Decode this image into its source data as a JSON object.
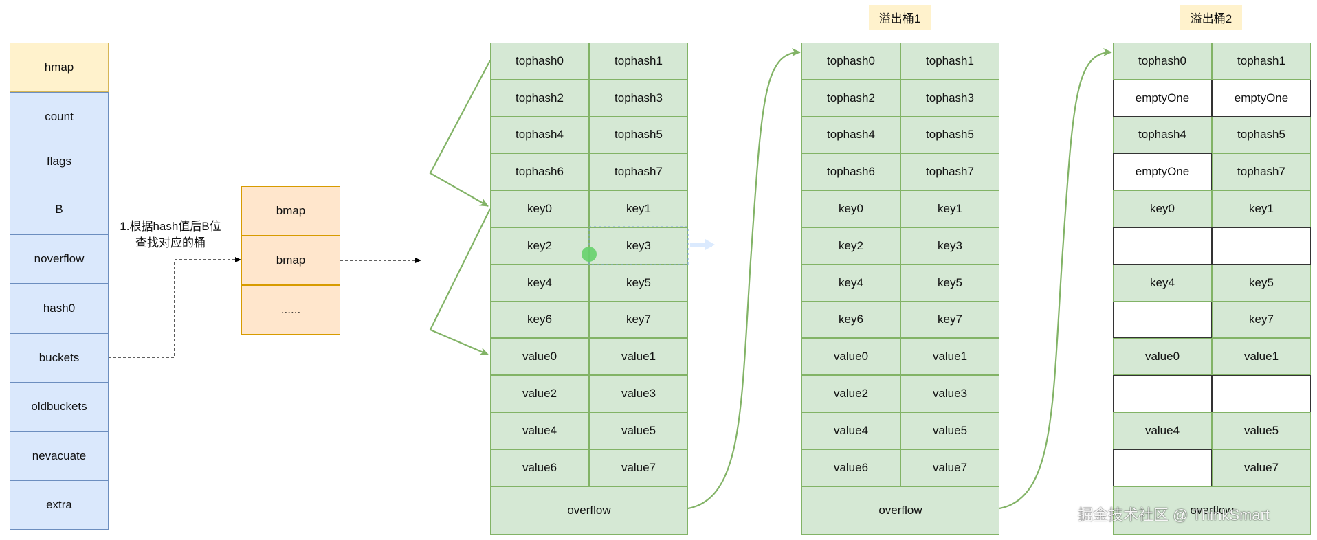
{
  "hmap": {
    "title": "hmap",
    "fields": [
      "count",
      "flags",
      "B",
      "noverflow",
      "hash0",
      "buckets",
      "oldbuckets",
      "nevacuate",
      "extra"
    ]
  },
  "bucket_array": {
    "items": [
      "bmap",
      "bmap",
      "......"
    ]
  },
  "annotation": {
    "line1": "1.根据hash值后B位",
    "line2": "查找对应的桶"
  },
  "bucket_main": {
    "rows": [
      [
        "tophash0",
        "tophash1"
      ],
      [
        "tophash2",
        "tophash3"
      ],
      [
        "tophash4",
        "tophash5"
      ],
      [
        "tophash6",
        "tophash7"
      ],
      [
        "key0",
        "key1"
      ],
      [
        "key2",
        "key3"
      ],
      [
        "key4",
        "key5"
      ],
      [
        "key6",
        "key7"
      ],
      [
        "value0",
        "value1"
      ],
      [
        "value2",
        "value3"
      ],
      [
        "value4",
        "value5"
      ],
      [
        "value6",
        "value7"
      ]
    ],
    "footer": "overflow"
  },
  "overflow1": {
    "title": "溢出桶1",
    "rows": [
      [
        "tophash0",
        "tophash1"
      ],
      [
        "tophash2",
        "tophash3"
      ],
      [
        "tophash4",
        "tophash5"
      ],
      [
        "tophash6",
        "tophash7"
      ],
      [
        "key0",
        "key1"
      ],
      [
        "key2",
        "key3"
      ],
      [
        "key4",
        "key5"
      ],
      [
        "key6",
        "key7"
      ],
      [
        "value0",
        "value1"
      ],
      [
        "value2",
        "value3"
      ],
      [
        "value4",
        "value5"
      ],
      [
        "value6",
        "value7"
      ]
    ],
    "footer": "overflow"
  },
  "overflow2": {
    "title": "溢出桶2",
    "rows": [
      [
        "tophash0",
        "tophash1"
      ],
      [
        "emptyOne",
        "emptyOne"
      ],
      [
        "tophash4",
        "tophash5"
      ],
      [
        "emptyOne",
        "tophash7"
      ],
      [
        "key0",
        "key1"
      ],
      [
        "",
        ""
      ],
      [
        "key4",
        "key5"
      ],
      [
        "",
        "key7"
      ],
      [
        "value0",
        "value1"
      ],
      [
        "",
        ""
      ],
      [
        "value4",
        "value5"
      ],
      [
        "",
        "value7"
      ]
    ],
    "empty_cells": [
      [
        1,
        0
      ],
      [
        1,
        1
      ],
      [
        3,
        0
      ],
      [
        5,
        0
      ],
      [
        5,
        1
      ],
      [
        7,
        0
      ],
      [
        9,
        0
      ],
      [
        9,
        1
      ],
      [
        11,
        0
      ]
    ],
    "footer": "overflow"
  },
  "watermark": "掘金技术社区 @ ThinkSmart",
  "colors": {
    "hmap_fill": "#dae8fc",
    "hmap_head": "#fff2cc",
    "bmap_fill": "#ffe6cc",
    "bucket_fill": "#d5e8d4",
    "bucket_border": "#82b366",
    "arrow": "#82b366"
  }
}
